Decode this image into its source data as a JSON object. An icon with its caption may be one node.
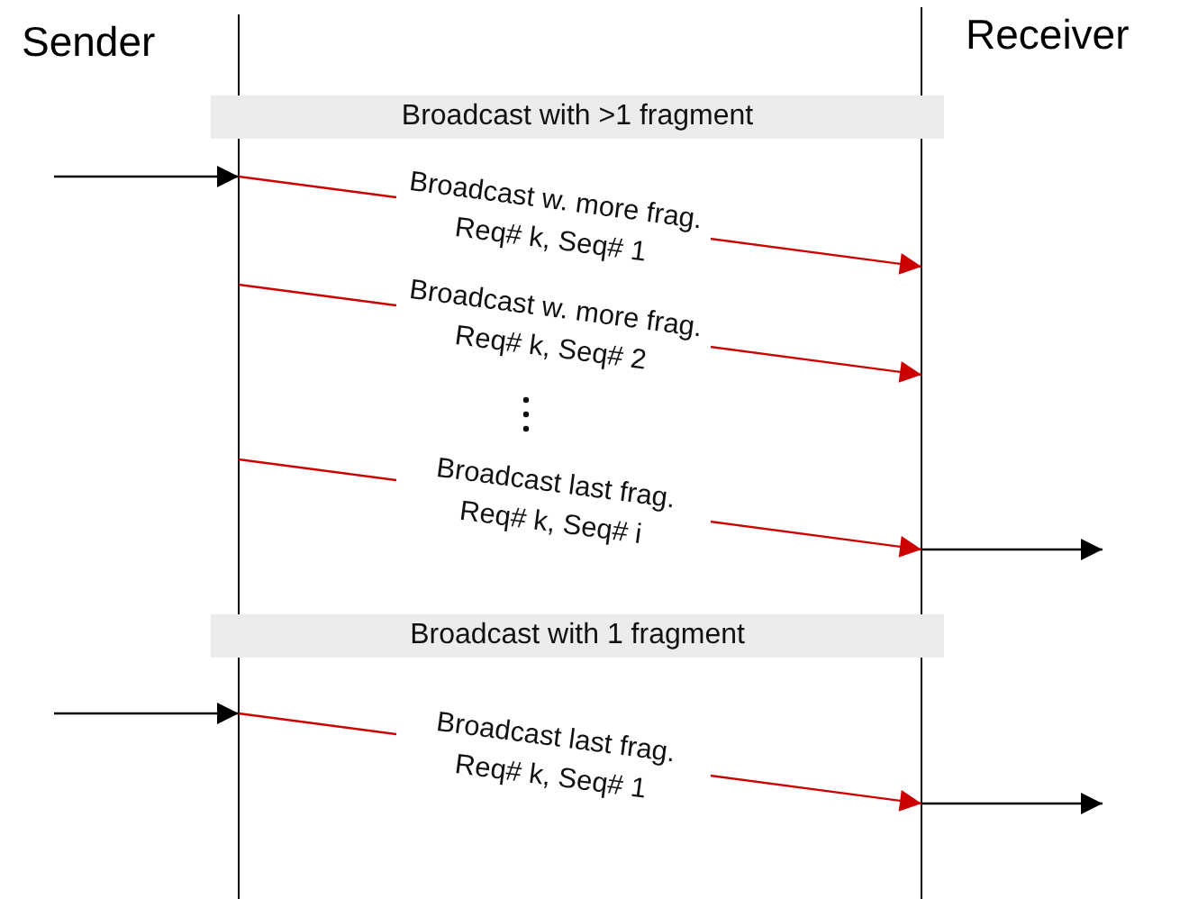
{
  "diagram": {
    "nodes": [
      {
        "text": [
          "Sender"
        ]
      },
      {
        "text": [
          "Receiver"
        ]
      },
      {
        "text": [
          "Broadcast with >1 fragment"
        ]
      },
      {
        "text": [
          "Broadcast with 1 fragment"
        ]
      }
    ],
    "edges": [
      {
        "from": null,
        "to": 0,
        "arrow": "to"
      },
      {
        "from": 0,
        "to": 1,
        "arrow": "to",
        "label": "Broadcast w. more frag. Req# k, Seq# 1",
        "color": "#cc0000"
      },
      {
        "from": 0,
        "to": 1,
        "arrow": "to",
        "label": "Broadcast w. more frag. Req# k, Seq# 2",
        "color": "#cc0000"
      },
      {
        "from": 0,
        "to": 1,
        "arrow": "to",
        "label": "Broadcast last frag. Req# k, Seq# i",
        "color": "#cc0000"
      },
      {
        "from": 1,
        "to": null,
        "arrow": "to"
      },
      {
        "from": null,
        "to": 0,
        "arrow": "to"
      },
      {
        "from": 0,
        "to": 1,
        "arrow": "to",
        "label": "Broadcast last frag. Req# k, Seq# 1",
        "color": "#cc0000"
      },
      {
        "from": 1,
        "to": null,
        "arrow": "to"
      }
    ]
  }
}
